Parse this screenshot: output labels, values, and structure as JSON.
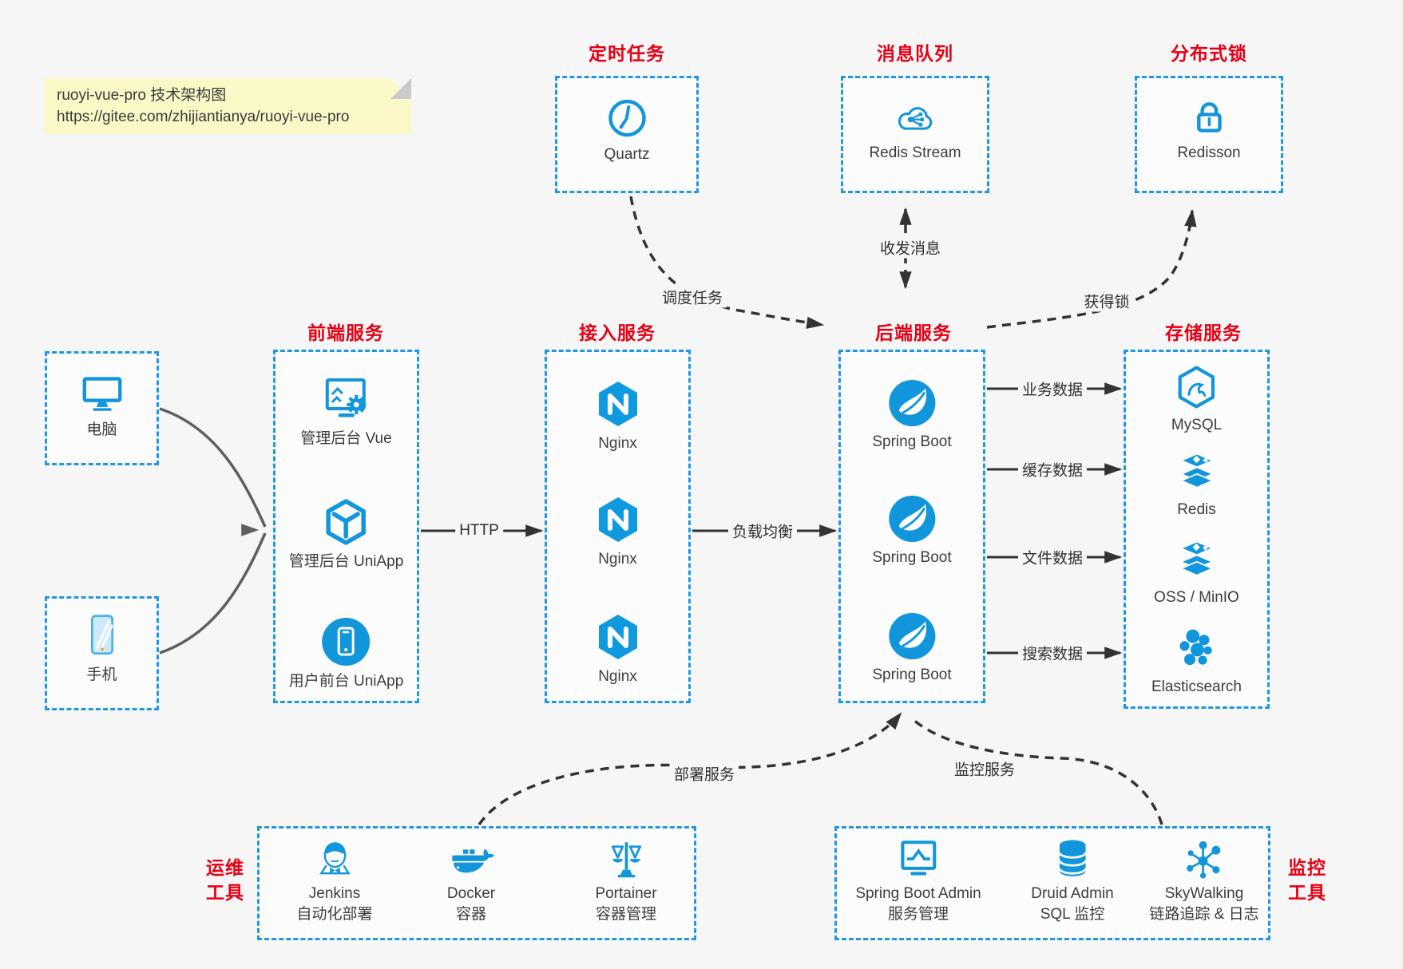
{
  "note": {
    "line1": "ruoyi-vue-pro 技术架构图",
    "line2": "https://gitee.com/zhijiantianya/ruoyi-vue-pro"
  },
  "top_groups": [
    {
      "title": "定时任务",
      "label": "Quartz"
    },
    {
      "title": "消息队列",
      "label": "Redis Stream"
    },
    {
      "title": "分布式锁",
      "label": "Redisson"
    }
  ],
  "clients": [
    {
      "label": "电脑"
    },
    {
      "label": "手机"
    }
  ],
  "columns": [
    {
      "title": "前端服务",
      "items": [
        {
          "label": "管理后台 Vue"
        },
        {
          "label": "管理后台 UniApp"
        },
        {
          "label": "用户前台 UniApp"
        }
      ]
    },
    {
      "title": "接入服务",
      "items": [
        {
          "label": "Nginx"
        },
        {
          "label": "Nginx"
        },
        {
          "label": "Nginx"
        }
      ]
    },
    {
      "title": "后端服务",
      "items": [
        {
          "label": "Spring Boot"
        },
        {
          "label": "Spring Boot"
        },
        {
          "label": "Spring Boot"
        }
      ]
    },
    {
      "title": "存储服务",
      "items": [
        {
          "label": "MySQL"
        },
        {
          "label": "Redis"
        },
        {
          "label": "OSS / MinIO"
        },
        {
          "label": "Elasticsearch"
        }
      ]
    }
  ],
  "edge_labels": {
    "http": "HTTP",
    "load_balance": "负载均衡",
    "schedule": "调度任务",
    "message": "收发消息",
    "lock": "获得锁",
    "business": "业务数据",
    "cache": "缓存数据",
    "file": "文件数据",
    "search": "搜索数据",
    "deploy": "部署服务",
    "monitor": "监控服务"
  },
  "bottom_groups": [
    {
      "title_line1": "运维",
      "title_line2": "工具",
      "items": [
        {
          "name": "Jenkins",
          "desc": "自动化部署"
        },
        {
          "name": "Docker",
          "desc": "容器"
        },
        {
          "name": "Portainer",
          "desc": "容器管理"
        }
      ]
    },
    {
      "title_line1": "监控",
      "title_line2": "工具",
      "items": [
        {
          "name": "Spring Boot Admin",
          "desc": "服务管理"
        },
        {
          "name": "Druid Admin",
          "desc": "SQL 监控"
        },
        {
          "name": "SkyWalking",
          "desc": "链路追踪 & 日志"
        }
      ]
    }
  ],
  "colors": {
    "accent_blue": "#1296db",
    "title_red": "#e60014",
    "note_bg": "#fbf8c8",
    "canvas_bg": "#f6f6f7",
    "line_dark": "#333333",
    "line_gray": "#5f5f5f"
  }
}
